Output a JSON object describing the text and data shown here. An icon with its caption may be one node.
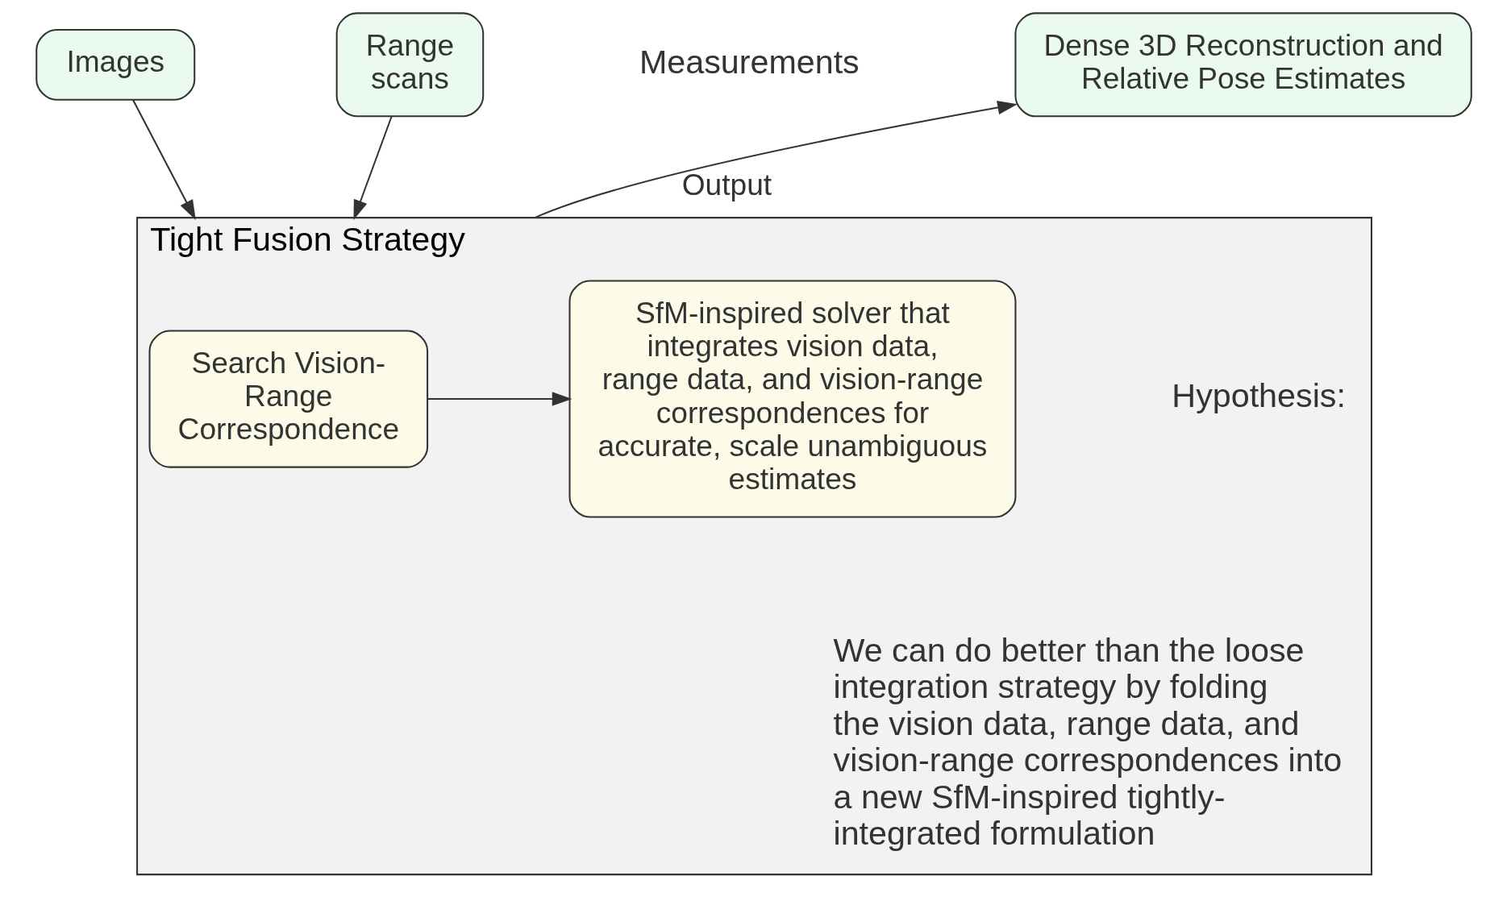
{
  "diagram": {
    "nodes": [
      {
        "text": [
          "Images"
        ]
      },
      {
        "text": [
          "Range scans"
        ]
      },
      {
        "text": [
          "Dense 3D Reconstruction and Relative Pose Estimates"
        ]
      },
      {
        "text": [
          "Tight Fusion Strategy"
        ]
      },
      {
        "text": [
          "Search Vision-Range Correspondence"
        ],
        "in": 3
      },
      {
        "text": [
          "SfM-inspired solver that integrates vision data, range data, and vision-range correspondences for accurate, scale unambiguous estimates"
        ],
        "in": 3
      }
    ],
    "edges": [
      {
        "from": 0,
        "to": 3,
        "arrow": "to"
      },
      {
        "from": 1,
        "to": 3,
        "arrow": "to"
      },
      {
        "from": 3,
        "to": 2,
        "arrow": "to",
        "label": "Output"
      },
      {
        "from": 4,
        "to": 5,
        "arrow": "to"
      }
    ],
    "labels": [
      "Measurements",
      "Hypothesis:",
      "We can do better than the loose integration strategy by folding the vision data, range data, and vision-range correspondences into a new SfM-inspired tightly-integrated formulation"
    ]
  }
}
